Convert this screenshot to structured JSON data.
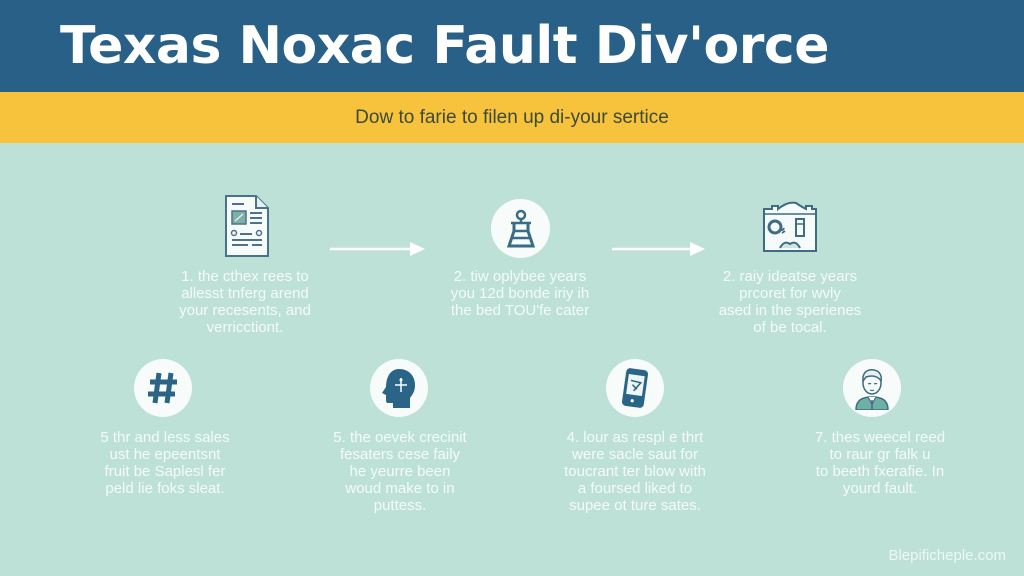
{
  "header": {
    "title": "Texas Noxac Fault Div'orce",
    "subtitle": "Dow to farie to filen up di-your sertice"
  },
  "colors": {
    "header_bg": "#286087",
    "subbar_bg": "#f8c33c",
    "body_bg": "#bde1d7",
    "icon_stroke": "#3f6e85",
    "icon_fill_dark": "#2a6588",
    "text_light": "#f4fbf8"
  },
  "steps_row1": [
    {
      "icon": "document-icon",
      "text": "1. the cthex rees to\nallesst tnferg arend\nyour recesents, and\nverricctiont."
    },
    {
      "icon": "flask-icon",
      "text": "2. tiw oplybee years\nyou 12d bonde iriy ih\nthe bed TOU'fe cater"
    },
    {
      "icon": "calendar-icon",
      "text": "2. raiy ideatse years\nprcoret for wvly\nased in the sperienes\nof be tocal."
    }
  ],
  "steps_row2": [
    {
      "icon": "hash-icon",
      "text": "5 thr and less sales\nust he epeentsnt\nfruit be Saplesl fer\npeld lie foks sleat."
    },
    {
      "icon": "head-icon",
      "text": "5. the oevek crecinit\nfesaters cese faily\nhe yeurre been\nwoud make to in\nputtess."
    },
    {
      "icon": "phone-icon",
      "text": "4. lour as respl e thrt\nwere sacle saut for\ntoucrant ter blow with\na foursed liked to\nsupee ot ture sates."
    },
    {
      "icon": "person-icon",
      "text": "7. thes weecel reed\nto raur gr falk u\nto beeth fxerafie. In\nyourd fault."
    }
  ],
  "footer": {
    "site": "Blepificheple.com"
  }
}
